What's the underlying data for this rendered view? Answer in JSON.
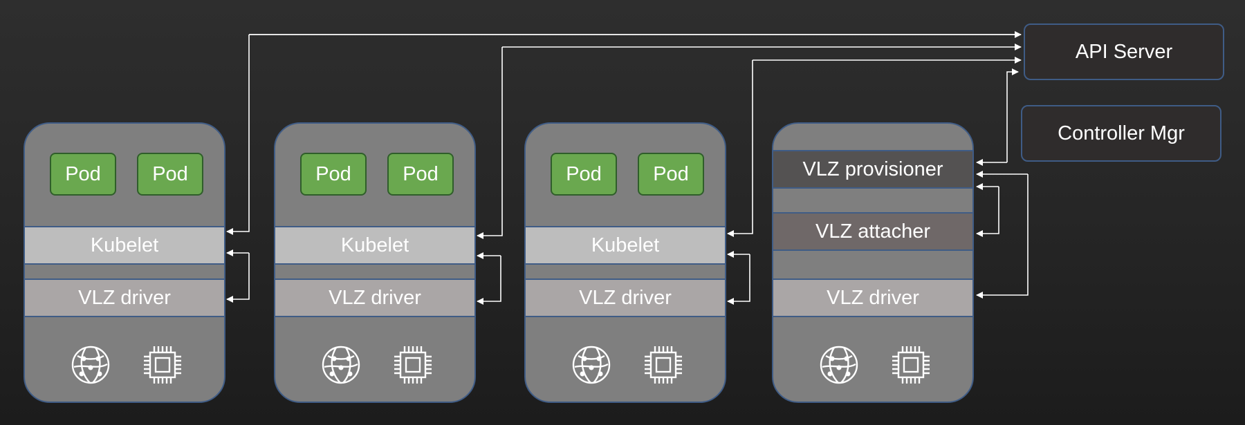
{
  "nodes": [
    {
      "pods": [
        "Pod",
        "Pod"
      ],
      "kubelet": "Kubelet",
      "driver": "VLZ driver"
    },
    {
      "pods": [
        "Pod",
        "Pod"
      ],
      "kubelet": "Kubelet",
      "driver": "VLZ driver"
    },
    {
      "pods": [
        "Pod",
        "Pod"
      ],
      "kubelet": "Kubelet",
      "driver": "VLZ driver"
    }
  ],
  "control_node": {
    "provisioner": "VLZ provisioner",
    "attacher": "VLZ attacher",
    "driver": "VLZ driver"
  },
  "control_plane": {
    "api_server": "API Server",
    "controller_mgr": "Controller Mgr"
  },
  "icons": [
    "network-globe-icon",
    "cpu-chip-icon"
  ]
}
